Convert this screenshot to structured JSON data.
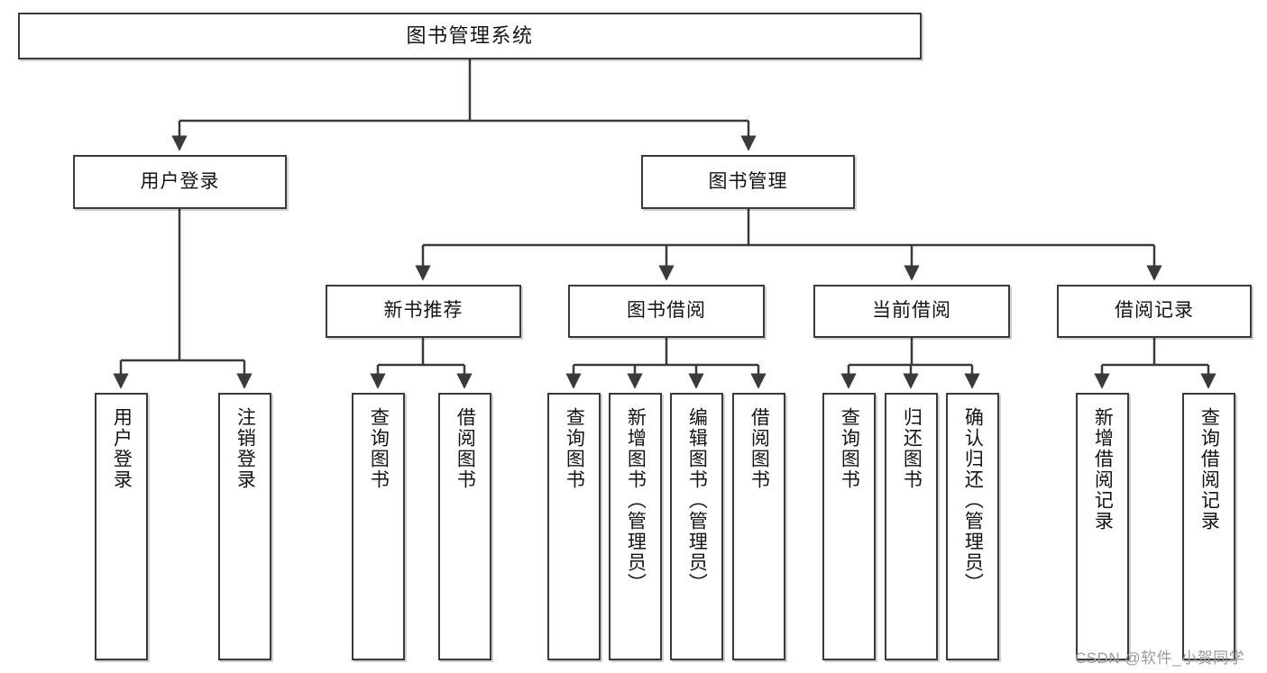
{
  "diagram": {
    "title": "图书管理系统",
    "type": "tree-structure-chart",
    "root": {
      "label": "图书管理系统"
    },
    "level2": [
      {
        "label": "用户登录"
      },
      {
        "label": "图书管理"
      }
    ],
    "level3": [
      {
        "label": "新书推荐"
      },
      {
        "label": "图书借阅"
      },
      {
        "label": "当前借阅"
      },
      {
        "label": "借阅记录"
      }
    ],
    "leaves": {
      "user_login": [
        {
          "label": "用户登录"
        },
        {
          "label": "注销登录"
        }
      ],
      "new_book_recommend": [
        {
          "label": "查询图书"
        },
        {
          "label": "借阅图书"
        }
      ],
      "book_borrow": [
        {
          "label": "查询图书"
        },
        {
          "label": "新增图书（管理员）"
        },
        {
          "label": "编辑图书（管理员）"
        },
        {
          "label": "借阅图书"
        }
      ],
      "current_borrow": [
        {
          "label": "查询图书"
        },
        {
          "label": "归还图书"
        },
        {
          "label": "确认归还（管理员）"
        }
      ],
      "borrow_record": [
        {
          "label": "新增借阅记录"
        },
        {
          "label": "查询借阅记录"
        }
      ]
    },
    "watermark": "CSDN @软件_小贺同学",
    "colors": {
      "stroke": "#3a3a3a",
      "text": "#141414",
      "background": "#ffffff",
      "watermark": "#9b9b9b"
    }
  }
}
